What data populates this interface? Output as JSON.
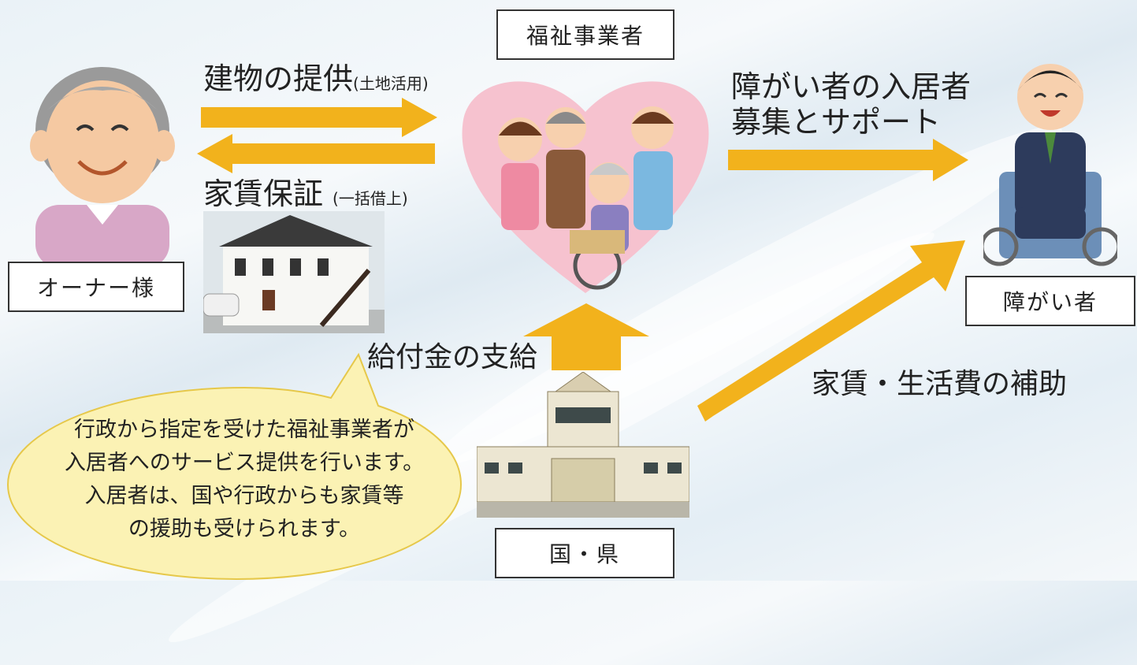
{
  "labels": {
    "welfare_business": "福祉事業者",
    "owner": "オーナー様",
    "disabled": "障がい者",
    "country_prefecture": "国・県"
  },
  "flows": {
    "building_main": "建物の提供",
    "building_sub": "(土地活用)",
    "rent_main": "家賃保証",
    "rent_sub": "(一括借上)",
    "recruit_line1": "障がい者の入居者",
    "recruit_line2": "募集とサポート",
    "benefit": "給付金の支給",
    "subsidy": "家賃・生活費の補助"
  },
  "bubble": {
    "line1": "行政から指定を受けた福祉事業者が",
    "line2": "入居者へのサービス提供を行います。",
    "line3": "入居者は、国や行政からも家賃等",
    "line4": "の援助も受けられます。"
  },
  "colors": {
    "arrow": "#f2b21c",
    "bubble_fill": "#fbf2b4",
    "bubble_stroke": "#e6c84a",
    "heart": "#f6c2cf"
  }
}
